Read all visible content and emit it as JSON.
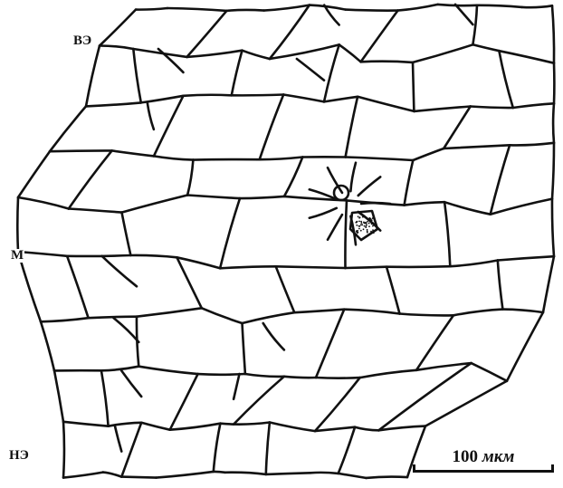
{
  "labels": {
    "upper_epidermis": "ВЭ",
    "mesophyll": "М",
    "lower_epidermis": "НЭ"
  },
  "scale_bar": {
    "value": "100",
    "unit": "мкм"
  }
}
